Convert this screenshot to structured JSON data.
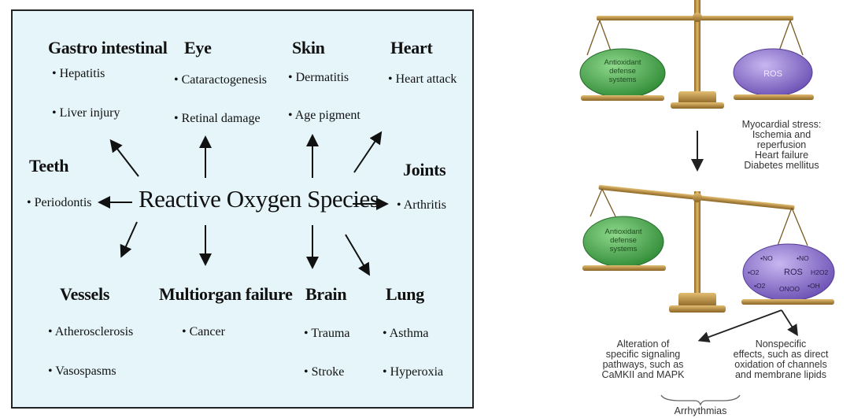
{
  "ros_diagram": {
    "center": "Reactive Oxygen Species",
    "categories": [
      {
        "key": "gastro",
        "title": "Gastro intestinal",
        "items": [
          "• Hepatitis",
          "• Liver injury"
        ]
      },
      {
        "key": "eye",
        "title": "Eye",
        "items": [
          "• Cataractogenesis",
          "• Retinal damage"
        ]
      },
      {
        "key": "skin",
        "title": "Skin",
        "items": [
          "• Dermatitis",
          "• Age pigment"
        ]
      },
      {
        "key": "heart",
        "title": "Heart",
        "items": [
          "• Heart attack"
        ]
      },
      {
        "key": "teeth",
        "title": "Teeth",
        "items": [
          "• Periodontis"
        ]
      },
      {
        "key": "joints",
        "title": "Joints",
        "items": [
          "• Arthritis"
        ]
      },
      {
        "key": "vessels",
        "title": "Vessels",
        "items": [
          "• Atherosclerosis",
          "• Vasospasms"
        ]
      },
      {
        "key": "multiorgan",
        "title": "Multiorgan failure",
        "items": [
          "• Cancer"
        ]
      },
      {
        "key": "brain",
        "title": "Brain",
        "items": [
          "• Trauma",
          "• Stroke"
        ]
      },
      {
        "key": "lung",
        "title": "Lung",
        "items": [
          "• Asthma",
          "• Hyperoxia"
        ]
      }
    ]
  },
  "balance_diagram": {
    "top_scale": {
      "left_pan": "Antioxidant defense systems",
      "right_pan": "ROS"
    },
    "stress_text": [
      "Myocardial stress:",
      "Ischemia and",
      "reperfusion",
      "Heart failure",
      "Diabetes mellitus"
    ],
    "bottom_scale": {
      "left_pan": "Antioxidant defense systems",
      "right_pan": "ROS",
      "species": [
        "•NO",
        "•NO",
        "•O2",
        "H2O2",
        "•O2",
        "ONOO",
        "•OH"
      ]
    },
    "outcome_left": [
      "Alteration of",
      "specific signaling",
      "pathways, such as",
      "CaMKII and MAPK"
    ],
    "outcome_right": [
      "Nonspecific",
      "effects, such as direct",
      "oxidation of channels",
      "and membrane lipids"
    ],
    "final": "Arrhythmias"
  },
  "colors": {
    "panel_bg": "#e5f5f9",
    "brass": "#b58a3a",
    "antioxidant_green": "#47a649",
    "ros_purple": "#8a6fc8"
  }
}
